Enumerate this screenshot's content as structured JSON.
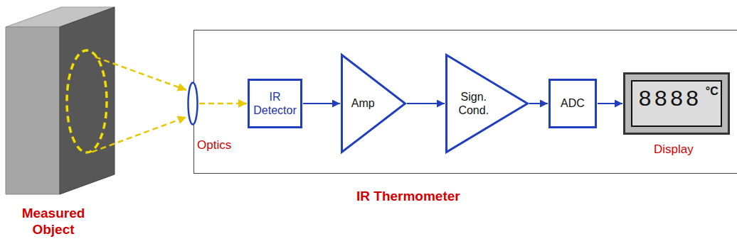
{
  "diagram": {
    "nodes": [
      {
        "text": [
          "Measured Object"
        ]
      },
      {
        "text": [
          "IR Thermometer"
        ]
      },
      {
        "text": [
          "Optics"
        ],
        "in": 1
      },
      {
        "text": [
          "IR Detector"
        ],
        "in": 1
      },
      {
        "text": [
          "Amp"
        ],
        "in": 1
      },
      {
        "text": [
          "Sign. Cond."
        ],
        "in": 1
      },
      {
        "text": [
          "ADC"
        ],
        "in": 1
      },
      {
        "text": [
          "8888",
          "°C",
          "Display"
        ],
        "in": 1
      }
    ],
    "edges": [
      {
        "from": 0,
        "to": 2,
        "arrow": "to"
      },
      {
        "from": 2,
        "to": 3,
        "arrow": "to"
      },
      {
        "from": 3,
        "to": 4,
        "arrow": "to"
      },
      {
        "from": 4,
        "to": 5,
        "arrow": "to"
      },
      {
        "from": 5,
        "to": 6,
        "arrow": "to"
      },
      {
        "from": 6,
        "to": 7,
        "arrow": "to"
      }
    ]
  }
}
